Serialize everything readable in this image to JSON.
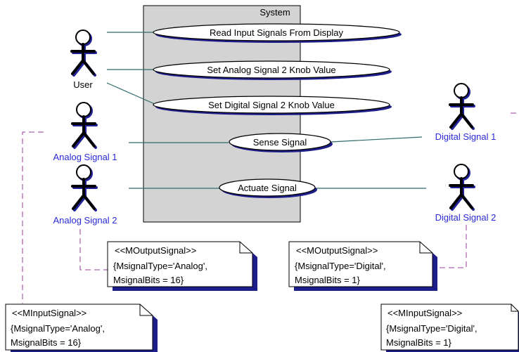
{
  "system": {
    "label": "System"
  },
  "use_cases": [
    {
      "label": "Read Input Signals From Display"
    },
    {
      "label": "Set Analog Signal 2 Knob Value"
    },
    {
      "label": "Set Digital Signal 2 Knob Value"
    },
    {
      "label": "Sense Signal"
    },
    {
      "label": "Actuate Signal"
    }
  ],
  "actors": [
    {
      "label": "User"
    },
    {
      "label": "Analog Signal 1"
    },
    {
      "label": "Analog Signal 2"
    },
    {
      "label": "Digital Signal 1"
    },
    {
      "label": "Digital Signal 2"
    }
  ],
  "notes": [
    {
      "lines": [
        "<<MOutputSignal>>",
        "{MsignalType='Analog',",
        "MsignalBits = 16}"
      ]
    },
    {
      "lines": [
        "<<MOutputSignal>>",
        "{MsignalType='Digital',",
        "MsignalBits = 1}"
      ]
    },
    {
      "lines": [
        "<<MInputSignal>>",
        "{MsignalType='Analog',",
        "MsignalBits = 16}"
      ]
    },
    {
      "lines": [
        "<<MInputSignal>>",
        "{MsignalType='Digital',",
        "MsignalBits = 1}"
      ]
    }
  ],
  "colors": {
    "system_fill": "#d3d3d3",
    "association_line": "#2f6b6b",
    "note_dash": "#9a3c9a",
    "actor_shadow": "#22229a",
    "signal_label": "#2a2ad8",
    "user_label": "#000000"
  }
}
